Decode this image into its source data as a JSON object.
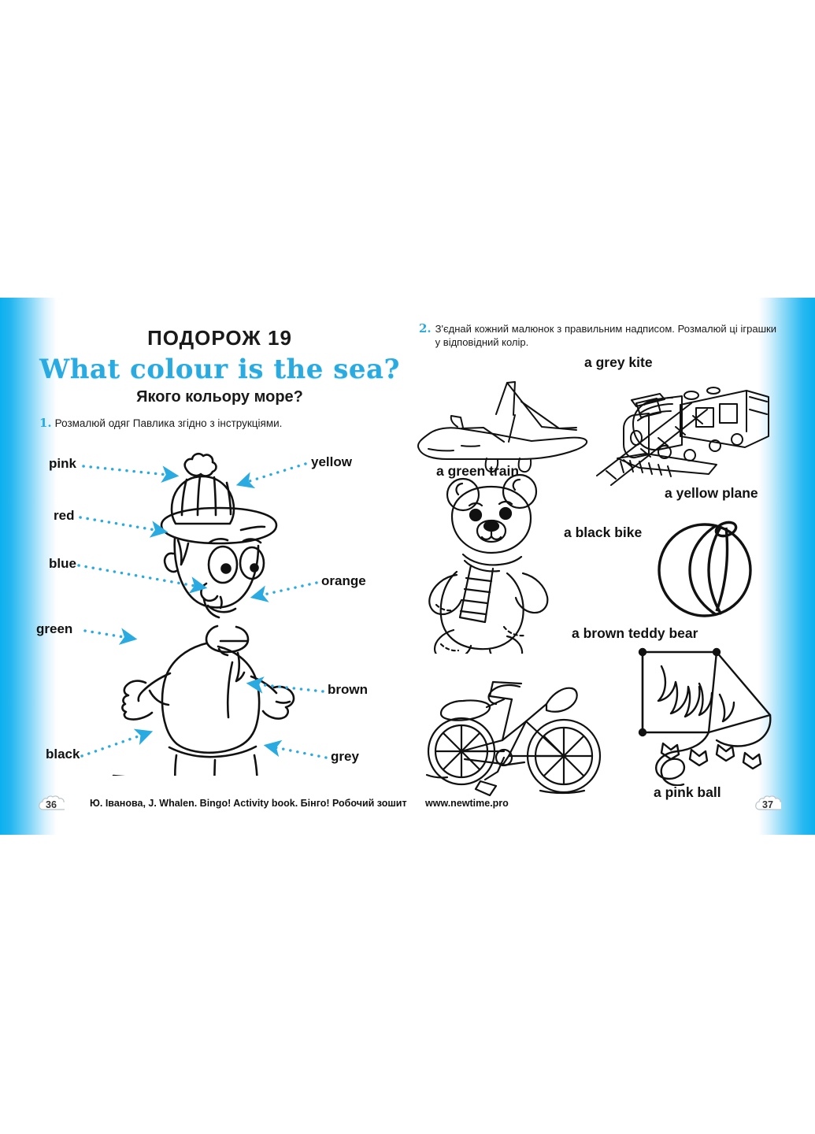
{
  "book": {
    "credit": "Ю. Іванова, J. Whalen. Bingo! Activity book. Бінго! Робочий зошит",
    "website": "www.newtime.pro",
    "left_page_number": "36",
    "right_page_number": "37"
  },
  "left_page": {
    "lesson_label": "ПОДОРОЖ 19",
    "title_en": "What colour is the sea?",
    "title_ua": "Якого кольору море?",
    "task": {
      "number": "1.",
      "text": "Розмалюй одяг Павлика згідно з інструкціями."
    },
    "colour_labels": [
      {
        "text": "pink",
        "side": "left"
      },
      {
        "text": "red",
        "side": "left"
      },
      {
        "text": "blue",
        "side": "left"
      },
      {
        "text": "green",
        "side": "left"
      },
      {
        "text": "black",
        "side": "left"
      },
      {
        "text": "yellow",
        "side": "right"
      },
      {
        "text": "orange",
        "side": "right"
      },
      {
        "text": "brown",
        "side": "right"
      },
      {
        "text": "grey",
        "side": "right"
      }
    ],
    "illustration": "boy-ice-skating-line-drawing"
  },
  "right_page": {
    "task": {
      "number": "2.",
      "text": "З'єднай кожний малюнок з правильним надписом. Розмалюй ці іграшки у відповідний колір."
    },
    "toy_labels": [
      {
        "text": "a grey kite"
      },
      {
        "text": "a green train"
      },
      {
        "text": "a yellow plane"
      },
      {
        "text": "a black bike"
      },
      {
        "text": "a brown teddy bear"
      },
      {
        "text": "a pink ball"
      }
    ],
    "illustrations": [
      "plane",
      "train",
      "teddy-bear",
      "ball",
      "bicycle",
      "kite"
    ]
  },
  "colors": {
    "accent_cyan": "#29abe2",
    "bleed_cyan": "#0cb0ee",
    "ink": "#111111",
    "paper": "#ffffff"
  }
}
